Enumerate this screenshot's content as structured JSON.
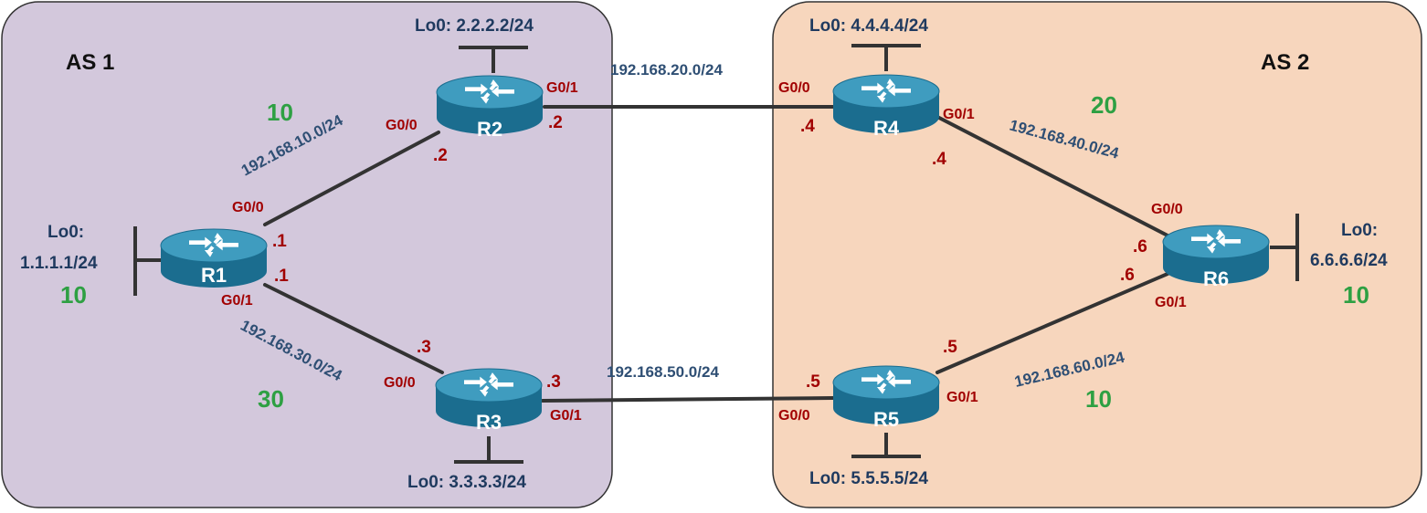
{
  "as1": {
    "label": "AS 1",
    "color": "#d3c8dc"
  },
  "as2": {
    "label": "AS 2",
    "color": "#f7d6bd"
  },
  "colors": {
    "link": "#333333",
    "router_body": "#1b6d8f",
    "router_top": "#3f9cbf",
    "interface": "#a10000",
    "network": "#2f4f74",
    "cost": "#2ea043"
  },
  "routers": {
    "r1": {
      "name": "R1",
      "loopback": "Lo0:",
      "loopback_ip": "1.1.1.1/24",
      "cost": "10"
    },
    "r2": {
      "name": "R2",
      "loopback": "Lo0: 2.2.2.2/24"
    },
    "r3": {
      "name": "R3",
      "loopback": "Lo0: 3.3.3.3/24"
    },
    "r4": {
      "name": "R4",
      "loopback": "Lo0: 4.4.4.4/24"
    },
    "r5": {
      "name": "R5",
      "loopback": "Lo0: 5.5.5.5/24"
    },
    "r6": {
      "name": "R6",
      "loopback": "Lo0:",
      "loopback_ip": "6.6.6.6/24",
      "cost": "10"
    }
  },
  "links": {
    "r1_r2": {
      "network": "192.168.10.0/24",
      "cost": "10",
      "a_iface": "G0/0",
      "a_ip": ".1",
      "b_iface": "G0/0",
      "b_ip": ".2"
    },
    "r1_r3": {
      "network": "192.168.30.0/24",
      "cost": "30",
      "a_iface": "G0/1",
      "a_ip": ".1",
      "b_iface": "G0/0",
      "b_ip": ".3"
    },
    "r2_r4": {
      "network": "192.168.20.0/24",
      "a_iface": "G0/1",
      "a_ip": ".2",
      "b_iface": "G0/0",
      "b_ip": ".4"
    },
    "r3_r5": {
      "network": "192.168.50.0/24",
      "a_iface": "G0/1",
      "a_ip": ".3",
      "b_iface": "G0/0",
      "b_ip": ".5"
    },
    "r4_r6": {
      "network": "192.168.40.0/24",
      "cost": "20",
      "a_iface": "G0/1",
      "a_ip": ".4",
      "b_iface": "G0/0",
      "b_ip": ".6"
    },
    "r5_r6": {
      "network": "192.168.60.0/24",
      "cost": "10",
      "a_iface": "G0/1",
      "a_ip": ".5",
      "b_iface": "G0/1",
      "b_ip": ".6"
    }
  }
}
